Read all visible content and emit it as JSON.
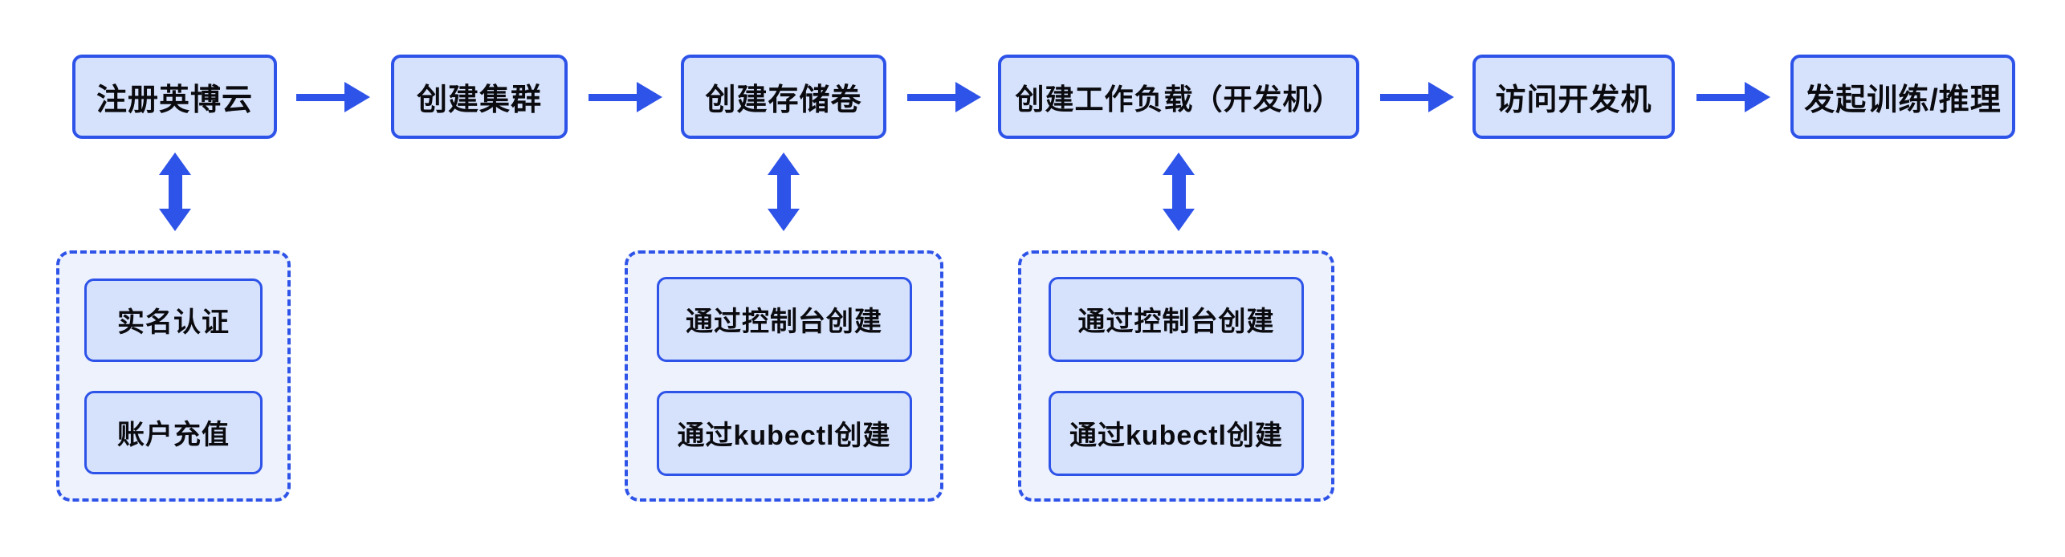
{
  "diagram": {
    "type": "flowchart",
    "direction": "left-to-right",
    "steps": [
      {
        "label": "注册英博云"
      },
      {
        "label": "创建集群"
      },
      {
        "label": "创建存储卷"
      },
      {
        "label": "创建工作负载（开发机）"
      },
      {
        "label": "访问开发机"
      },
      {
        "label": "发起训练/推理"
      }
    ],
    "groups": [
      {
        "connects_to_step": 0,
        "items": [
          "实名认证",
          "账户充值"
        ]
      },
      {
        "connects_to_step": 2,
        "items": [
          "通过控制台创建",
          "通过kubectl创建"
        ]
      },
      {
        "connects_to_step": 3,
        "items": [
          "通过控制台创建",
          "通过kubectl创建"
        ]
      }
    ]
  },
  "colors": {
    "accent": "#2E53E8",
    "box_fill": "#D6E2FC",
    "group_fill": "#EDF2FD",
    "text": "#0B0B0F",
    "background": "#FFFFFF"
  }
}
